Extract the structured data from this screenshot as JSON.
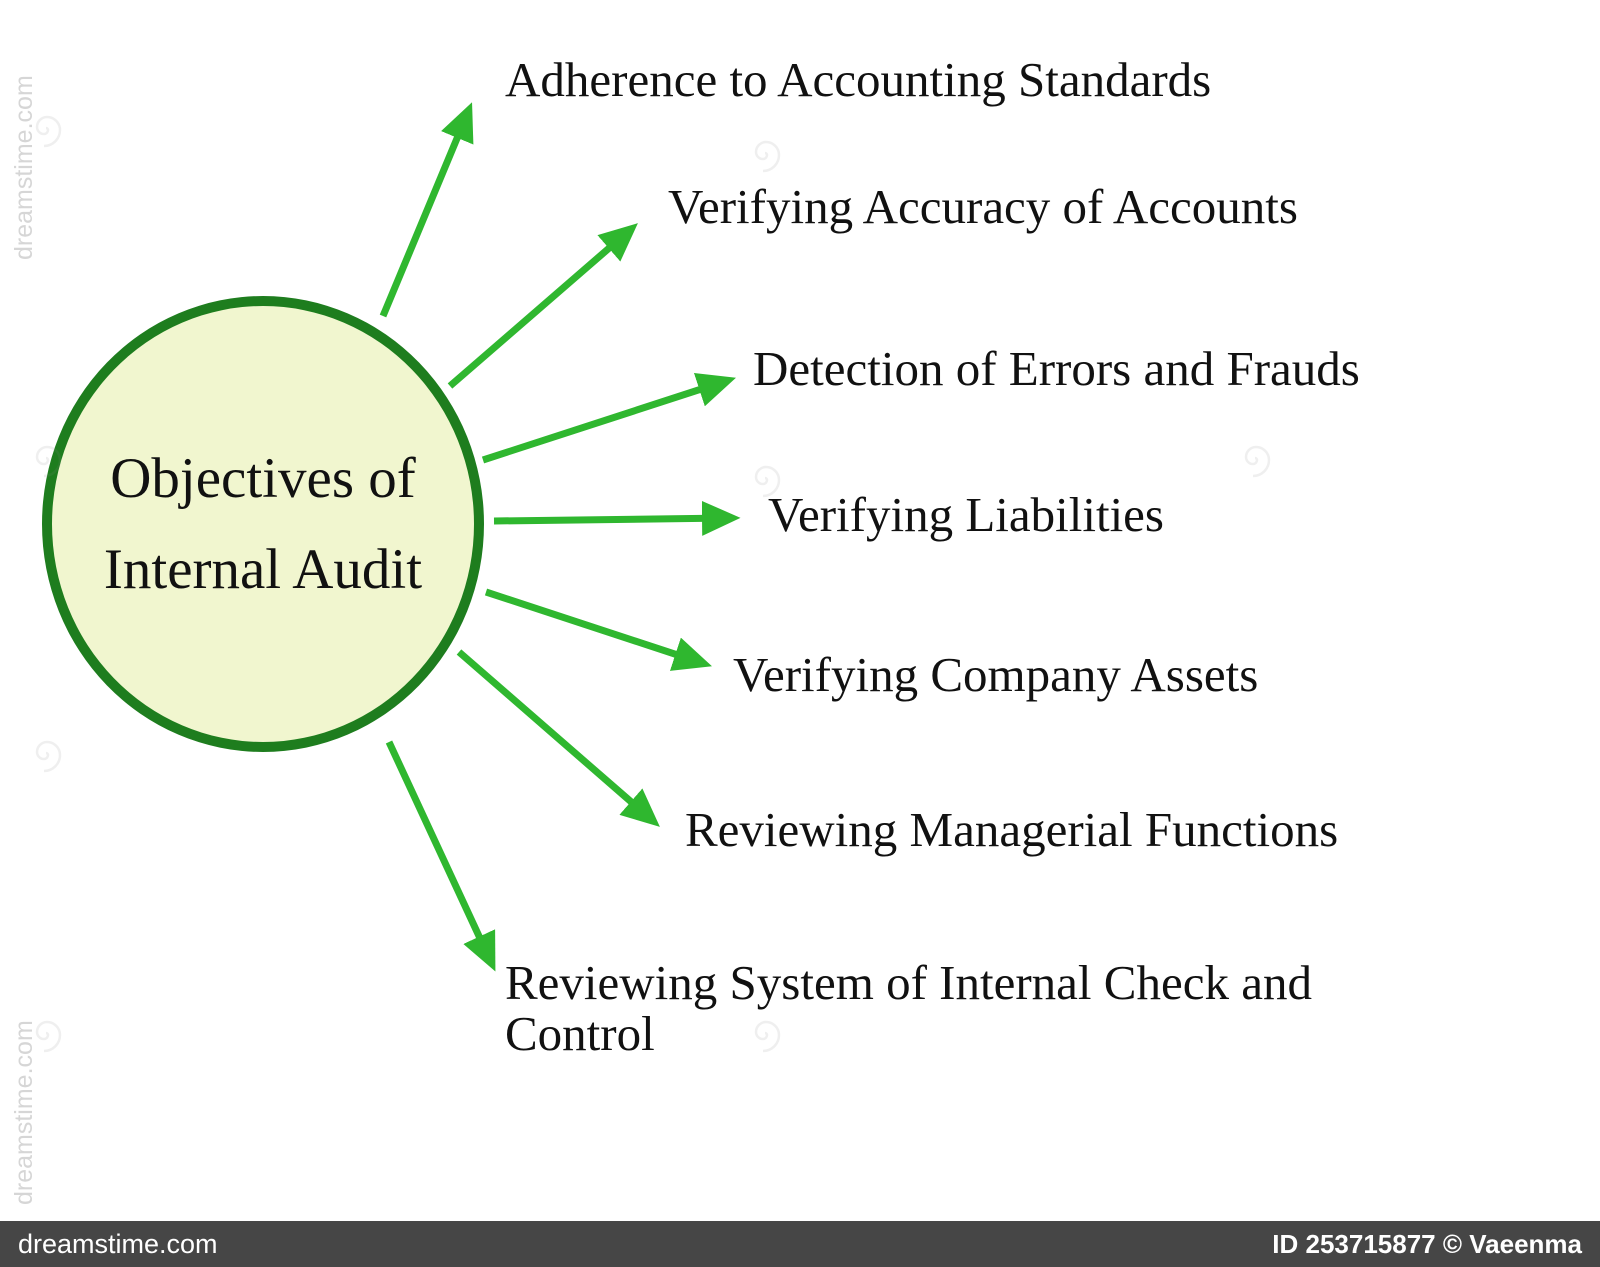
{
  "diagram": {
    "center": {
      "line1": "Objectives of",
      "line2": "Internal Audit"
    },
    "items": [
      {
        "label": "Adherence to Accounting Standards"
      },
      {
        "label": "Verifying Accuracy of Accounts"
      },
      {
        "label": "Detection of Errors and Frauds"
      },
      {
        "label": "Verifying Liabilities"
      },
      {
        "label": "Verifying Company Assets"
      },
      {
        "label": "Reviewing Managerial Functions"
      },
      {
        "label": "Reviewing System of Internal Check and Control"
      }
    ],
    "colors": {
      "arrow": "#2fb72f",
      "circle_fill": "#f1f6cf",
      "circle_border": "#1e7d1e",
      "text": "#111111"
    },
    "icons": {
      "swirl": "dreamstime-spiral-watermark"
    }
  },
  "watermark": {
    "site": "dreamstime.com",
    "footer_left": "dreamstime.com",
    "footer_right": "ID 253715877 © Vaeenma"
  }
}
